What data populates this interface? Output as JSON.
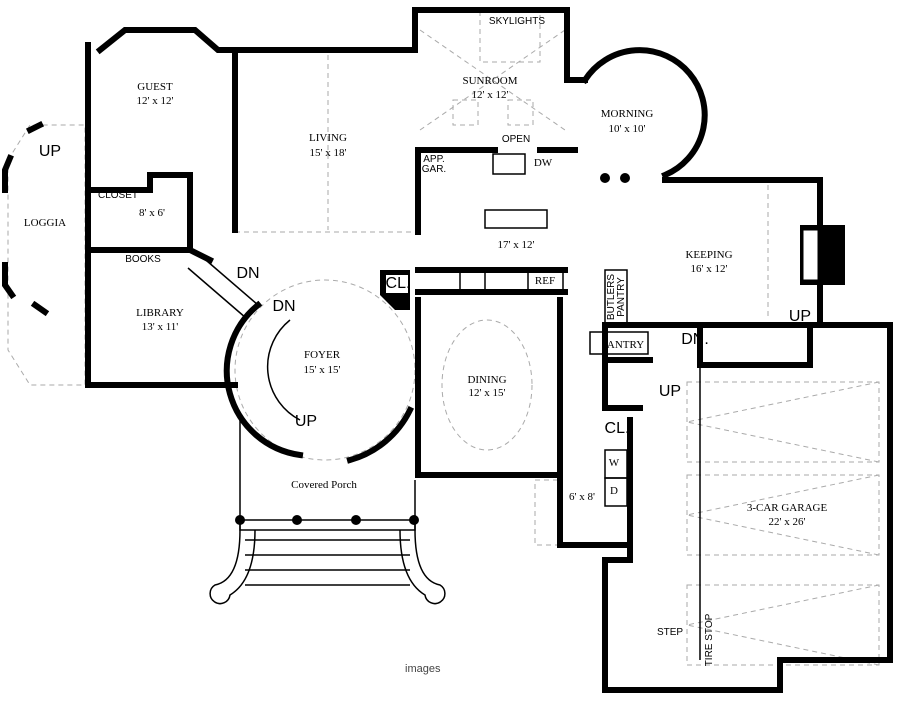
{
  "rooms": {
    "guest": {
      "name": "GUEST",
      "size": "12' x 12'"
    },
    "loggia": {
      "name": "LOGGIA"
    },
    "living": {
      "name": "LIVING",
      "size": "15' x 18'"
    },
    "sunroom": {
      "name": "SUNROOM",
      "size": "12' x 12'"
    },
    "morning": {
      "name": "MORNING",
      "size": "10' x 10'"
    },
    "kitchen": {
      "size": "17' x 12'"
    },
    "keeping": {
      "name": "KEEPING",
      "size": "16' x 12'"
    },
    "library": {
      "name": "LIBRARY",
      "size": "13' x 11'"
    },
    "foyer": {
      "name": "FOYER",
      "size": "15' x 15'"
    },
    "dining": {
      "name": "DINING",
      "size": "12' x 15'"
    },
    "bath": {
      "size": "8' x 6'"
    },
    "laundry": {
      "size": "6' x 8'"
    },
    "porch": {
      "name": "Covered Porch"
    },
    "garage": {
      "name": "3-CAR GARAGE",
      "size": "22' x 26'"
    }
  },
  "labels": {
    "skylights": "SKYLIGHTS",
    "open": "OPEN",
    "app_gar_1": "APP.",
    "app_gar_2": "GAR.",
    "dw": "DW",
    "ref": "REF",
    "butlers_1": "BUTLERS",
    "butlers_2": "PANTRY",
    "pantry": "PANTRY",
    "closet": "CLOSET",
    "books": "BOOKS",
    "cl_foyer": "CL.",
    "cl_hall": "CL.",
    "washer": "W",
    "dryer": "D",
    "step": "STEP",
    "tire_stop": "TIRE STOP",
    "up_loggia": "UP",
    "dn_library": "DN",
    "dn_foyer": "DN",
    "up_foyer": "UP",
    "dn_keeping": "DN.",
    "up_keeping": "UP",
    "up_hall": "UP"
  },
  "watermark": "images"
}
